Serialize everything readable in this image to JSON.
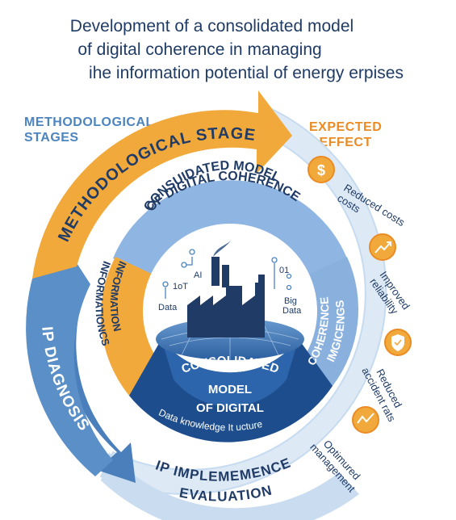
{
  "title": {
    "line1": "Development of a consolidated model",
    "line2": "of digital coherence in managing",
    "line3": "ihe information potential of energy erpises"
  },
  "labels": {
    "methodological_corner_line1": "METHODOLOGICAL",
    "methodological_corner_line2": "STAGES",
    "expected_line1": "EXPECTED",
    "expected_line2": "EFFECT"
  },
  "outer_ring": {
    "methodological_stages": "METHODOLOGICAL STAGES",
    "ip_diagnosis": "IP DIAGNOSIS",
    "ip_implementation_line1": "IP IMPLEMEMENCE",
    "ip_implementation_line2": "EVALUATION"
  },
  "inner_ring": {
    "consolidated_top_line1": "CONSUIDATED MODEL",
    "consolidated_top_line2": "OF DIGITAL COHERENCE",
    "information_line1": "INFORMATION",
    "information_line2": "INFORMATIONCS",
    "coherence_line1": "COHERENCE",
    "coherence_line2": "IMGICENGS"
  },
  "center": {
    "line1": "CONSOLIDATED",
    "line2": "MODEL",
    "line3": "OF DIGITAL",
    "bottom_text": "Data  knowledge  It ucture"
  },
  "tech_labels": {
    "ai": "AI",
    "iot": "1oT",
    "data": "Data",
    "big_data_line1": "Big",
    "big_data_line2": "Data",
    "binary": "01"
  },
  "effects": [
    {
      "icon": "dollar-icon",
      "line1": "Reduced costs",
      "line2": "costs"
    },
    {
      "icon": "trend-up-icon",
      "line1": "Improved",
      "line2": "reliability"
    },
    {
      "icon": "shield-icon",
      "line1": "Reduced",
      "line2": "accident rats"
    },
    {
      "icon": "trend-chart-icon",
      "line1": "Optimured",
      "line2": "management"
    }
  ],
  "colors": {
    "navy": "#1f3b66",
    "steel_blue": "#4b84bf",
    "mid_blue": "#5b8fc7",
    "light_blue": "#a9c6e6",
    "pale_blue": "#dde9f5",
    "orange": "#f2a93b",
    "dark_orange": "#ea8b23",
    "deep_blue": "#1d4d8c"
  }
}
